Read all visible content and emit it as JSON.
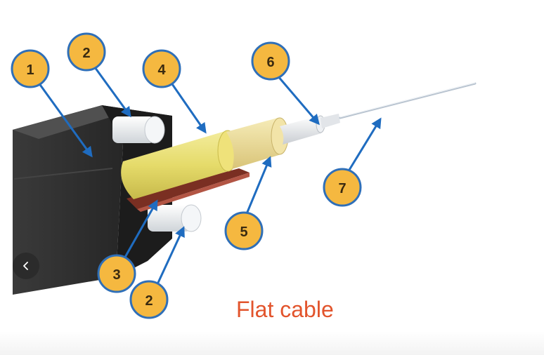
{
  "caption": "Flat cable",
  "callouts": [
    "1",
    "2",
    "4",
    "6",
    "7",
    "5",
    "3",
    "2"
  ],
  "colors": {
    "caption": "#e2542c",
    "callout_fill": "#f5b840",
    "callout_stroke": "#2f6fb8",
    "arrow": "#1f6cc0",
    "jacket": "#2a2a2a",
    "strength_member": "#e9ecef",
    "inner_yellow": "#e8e07a",
    "kevlar": "#e9d98a",
    "ripcord": "#8a3a2a"
  },
  "icons": {
    "nav_previous": "chevron-left-icon"
  }
}
